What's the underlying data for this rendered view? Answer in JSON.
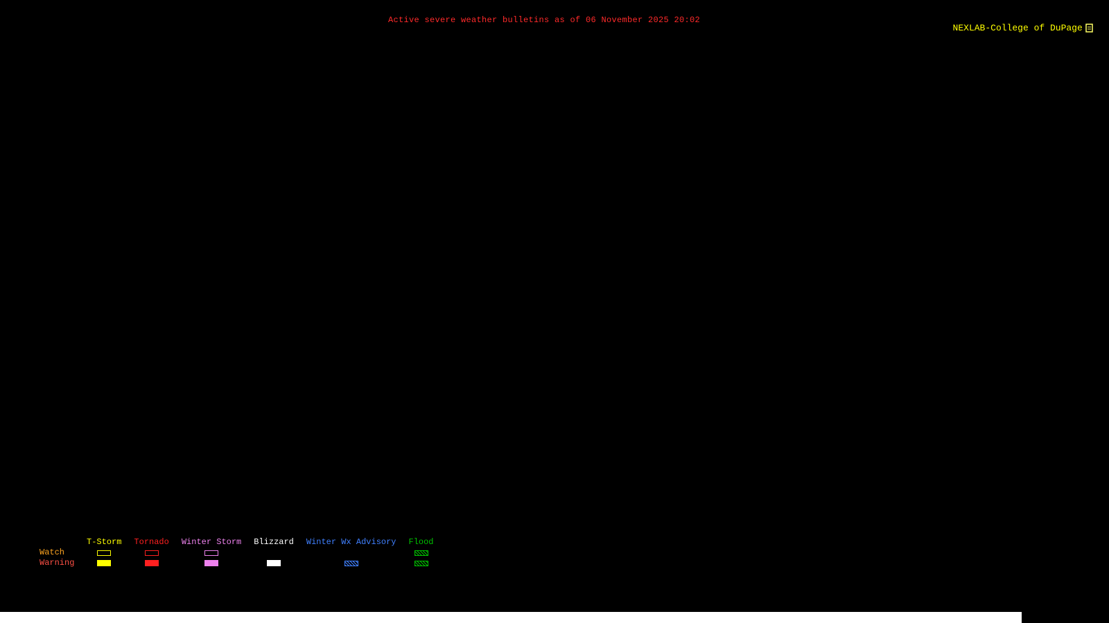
{
  "header": {
    "title": "Active severe weather bulletins as of 06 November 2025 20:02",
    "title_color": "#ff2a2a",
    "brand": "NEXLAB-College of DuPage",
    "brand_color": "#ffff00"
  },
  "legend": {
    "watch_label": "Watch",
    "watch_color": "#ffa520",
    "warning_label": "Warning",
    "warning_color": "#ff5045",
    "columns": [
      {
        "label": "T-Storm",
        "color": "#ffff00",
        "watch": "outline",
        "warning": "solid"
      },
      {
        "label": "Tornado",
        "color": "#ff2020",
        "watch": "outline",
        "warning": "solid"
      },
      {
        "label": "Winter Storm",
        "color": "#ee82ee",
        "watch": "outline",
        "warning": "solid"
      },
      {
        "label": "Blizzard",
        "color": "#ffffff",
        "watch": "none",
        "warning": "solid"
      },
      {
        "label": "Winter Wx Advisory",
        "color": "#4080ff",
        "watch": "none",
        "warning": "hatched"
      },
      {
        "label": "Flood",
        "color": "#00c000",
        "watch": "hatched",
        "warning": "hatched"
      }
    ]
  },
  "map": {
    "background": "#000000"
  },
  "footer": {
    "bar_color": "#ffffff"
  }
}
